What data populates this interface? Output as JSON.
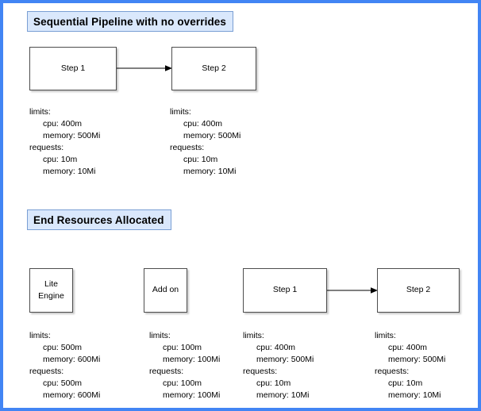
{
  "frame": {
    "border_color": "#4285f4"
  },
  "colors": {
    "heading_fill": "#dae8fc",
    "heading_border": "#7a9fd4",
    "node_border": "#4d4d4d",
    "text": "#000000"
  },
  "sections": [
    {
      "heading": "Sequential Pipeline with no overrides",
      "nodes": [
        {
          "label": "Step 1"
        },
        {
          "label": "Step 2"
        }
      ],
      "resources": [
        {
          "limits_key": "limits:",
          "limits_cpu": "cpu: 400m",
          "limits_memory": "memory: 500Mi",
          "requests_key": "requests:",
          "requests_cpu": "cpu: 10m",
          "requests_memory": "memory: 10Mi"
        },
        {
          "limits_key": "limits:",
          "limits_cpu": "cpu: 400m",
          "limits_memory": "memory: 500Mi",
          "requests_key": "requests:",
          "requests_cpu": "cpu: 10m",
          "requests_memory": "memory: 10Mi"
        }
      ]
    },
    {
      "heading": "End Resources Allocated",
      "nodes": [
        {
          "label_line1": "Lite",
          "label_line2": "Engine"
        },
        {
          "label": "Add on"
        },
        {
          "label": "Step 1"
        },
        {
          "label": "Step 2"
        }
      ],
      "resources": [
        {
          "limits_key": "limits:",
          "limits_cpu": "cpu: 500m",
          "limits_memory": "memory: 600Mi",
          "requests_key": "requests:",
          "requests_cpu": "cpu: 500m",
          "requests_memory": "memory: 600Mi"
        },
        {
          "limits_key": "limits:",
          "limits_cpu": "cpu: 100m",
          "limits_memory": "memory: 100Mi",
          "requests_key": "requests:",
          "requests_cpu": "cpu: 100m",
          "requests_memory": "memory: 100Mi"
        },
        {
          "limits_key": "limits:",
          "limits_cpu": "cpu: 400m",
          "limits_memory": "memory: 500Mi",
          "requests_key": "requests:",
          "requests_cpu": "cpu: 10m",
          "requests_memory": "memory: 10Mi"
        },
        {
          "limits_key": "limits:",
          "limits_cpu": "cpu: 400m",
          "limits_memory": "memory: 500Mi",
          "requests_key": "requests:",
          "requests_cpu": "cpu: 10m",
          "requests_memory": "memory: 10Mi"
        }
      ]
    }
  ]
}
